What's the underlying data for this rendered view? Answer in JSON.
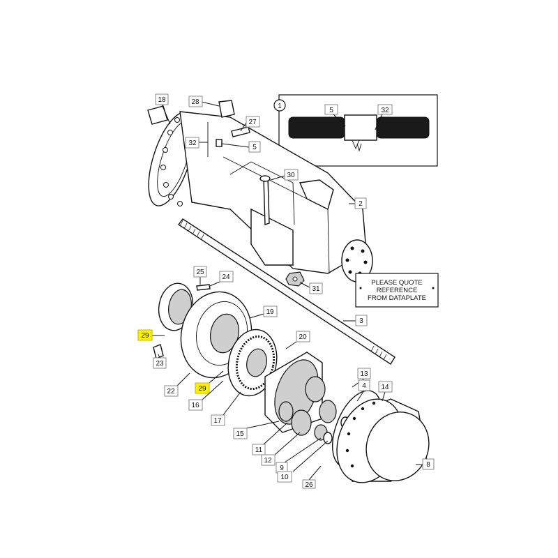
{
  "inset": {
    "circle_label": "1",
    "labels": [
      "5",
      "32"
    ]
  },
  "note": {
    "lines": [
      "PLEASE QUOTE",
      "REFERENCE",
      "FROM DATAPLATE"
    ]
  },
  "labels": {
    "p18": "18",
    "p28": "28",
    "p27": "27",
    "p32": "32",
    "p5": "5",
    "p30": "30",
    "p2": "2",
    "p31": "31",
    "p3": "3",
    "p25": "25",
    "p24": "24",
    "p19": "19",
    "p29a": "29",
    "p23": "23",
    "p20": "20",
    "p22": "22",
    "p29b": "29",
    "p16": "16",
    "p17": "17",
    "p13": "13",
    "p4": "4",
    "p14": "14",
    "p15": "15",
    "p11": "11",
    "p12": "12",
    "p9": "9",
    "p10": "10",
    "p8": "8",
    "p26": "26"
  },
  "highlight_color": "#fff200"
}
